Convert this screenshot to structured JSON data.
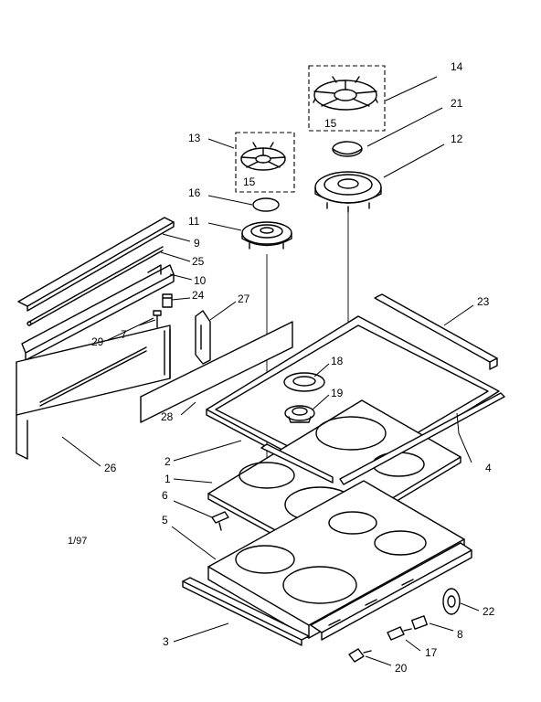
{
  "callouts": {
    "c1": "1",
    "c2": "2",
    "c3": "3",
    "c4": "4",
    "c5": "5",
    "c6": "6",
    "c7": "7",
    "c8": "8",
    "c9": "9",
    "c10": "10",
    "c11": "11",
    "c12": "12",
    "c13": "13",
    "c14": "14",
    "c15a": "15",
    "c15b": "15",
    "c16": "16",
    "c17": "17",
    "c18": "18",
    "c19": "19",
    "c20": "20",
    "c21": "21",
    "c22": "22",
    "c23": "23",
    "c24": "24",
    "c25": "25",
    "c26": "26",
    "c27": "27",
    "c28": "28",
    "c29": "29"
  },
  "date_code": "1/97"
}
